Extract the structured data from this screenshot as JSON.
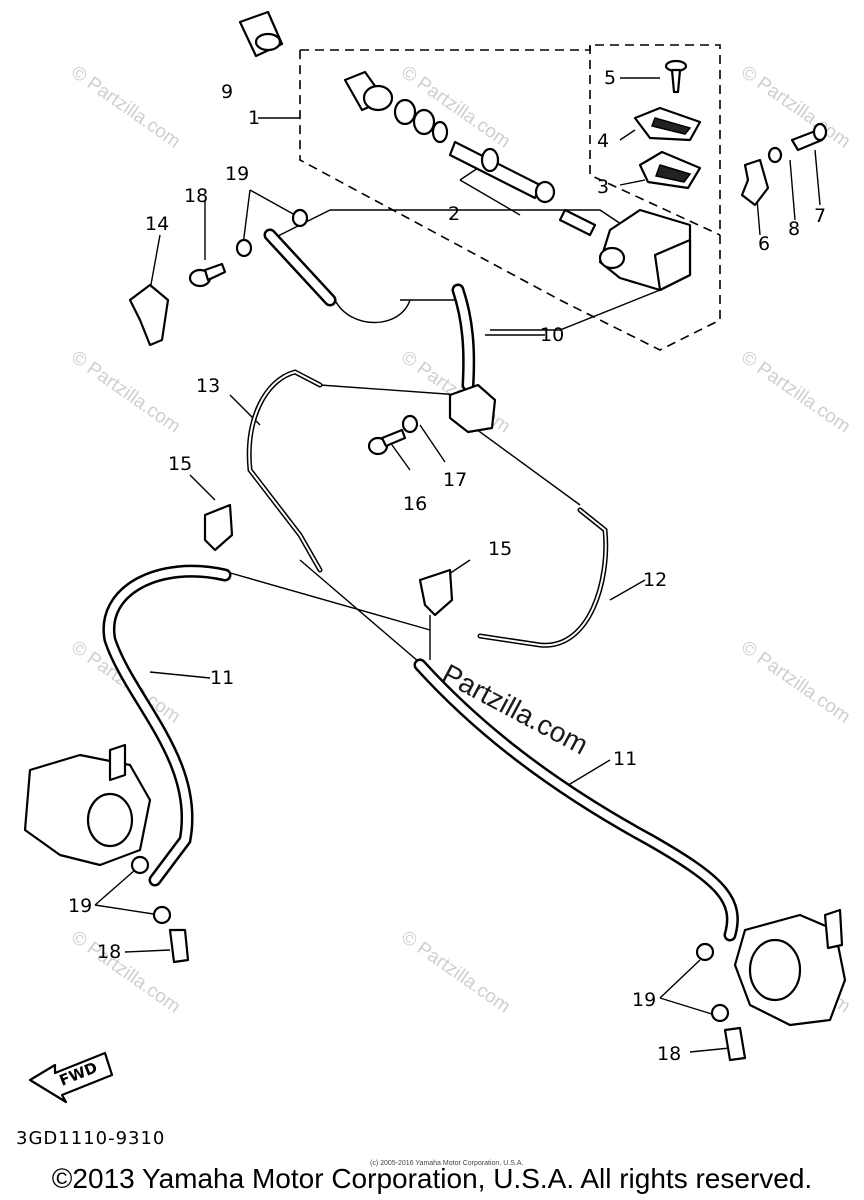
{
  "diagram": {
    "callouts": [
      "1",
      "2",
      "3",
      "4",
      "5",
      "6",
      "7",
      "8",
      "9",
      "10",
      "11",
      "12",
      "13",
      "14",
      "15",
      "16",
      "17",
      "18",
      "19"
    ],
    "fwd_label": "FWD",
    "code": "3GD1110-9310",
    "watermark": "© Partzilla.com",
    "center_watermark": "Partzilla.com",
    "small_copyright": "(c) 2005-2016 Yamaha Motor Corporation, U.S.A.",
    "copyright": "©2013 Yamaha Motor Corporation, U.S.A. All rights reserved."
  }
}
